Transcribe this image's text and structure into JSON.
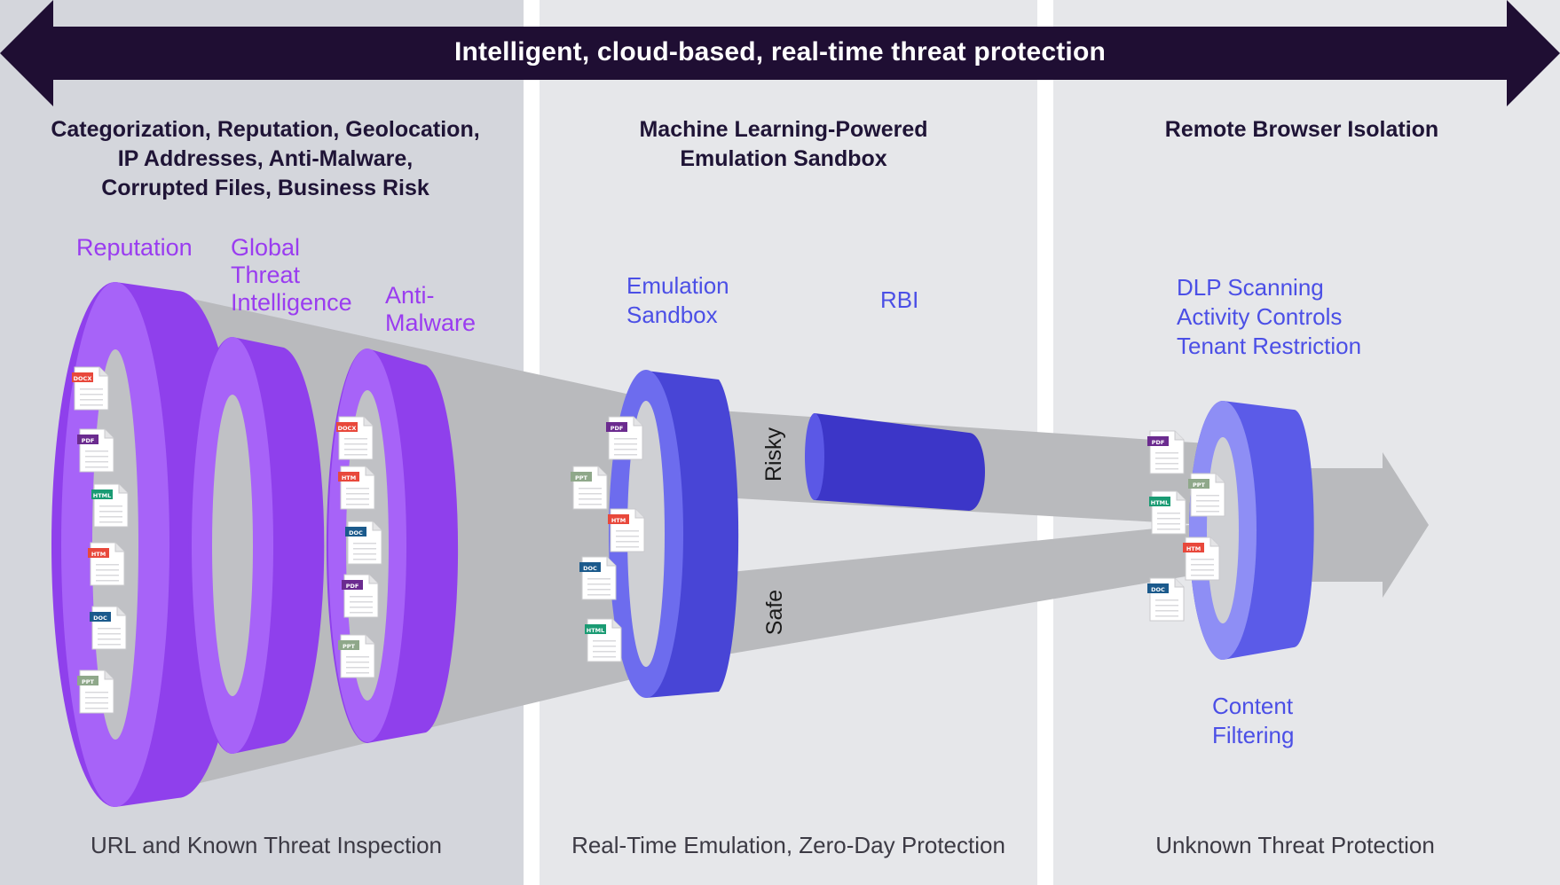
{
  "banner": {
    "title": "Intelligent, cloud-based, real-time threat protection"
  },
  "colors": {
    "banner": "#1f0e33",
    "panel_left": "#d4d6dc",
    "panel": "#e6e7ea",
    "beam": "#b9babd",
    "ring_violet": "#9b51f5",
    "ring_indigo": "#5b5be8",
    "ring_periwinkle": "#6f6ff2",
    "label_purple": "#9a3cf0",
    "label_blue": "#4b4fe6"
  },
  "sections": [
    {
      "header_lines": [
        "Categorization, Reputation, Geolocation,",
        "IP Addresses, Anti-Malware,",
        "Corrupted Files, Business Risk"
      ],
      "footer": "URL and Known Threat Inspection",
      "stage_labels": [
        {
          "lines": [
            "Reputation"
          ]
        },
        {
          "lines": [
            "Global",
            "Threat",
            "Intelligence"
          ]
        },
        {
          "lines": [
            "Anti-",
            "Malware"
          ]
        }
      ]
    },
    {
      "header_lines": [
        "Machine Learning-Powered",
        "Emulation Sandbox"
      ],
      "footer": "Real-Time Emulation, Zero-Day Protection",
      "stage_labels": [
        {
          "lines": [
            "Emulation",
            "Sandbox"
          ]
        },
        {
          "lines": [
            "RBI"
          ]
        }
      ],
      "paths": {
        "risky": "Risky",
        "safe": "Safe"
      }
    },
    {
      "header_lines": [
        "Remote Browser Isolation"
      ],
      "footer": "Unknown Threat Protection",
      "stage_labels": [
        {
          "lines": [
            "DLP Scanning",
            "Activity Controls",
            "Tenant Restriction"
          ]
        },
        {
          "lines": [
            "Content",
            "Filtering"
          ]
        }
      ]
    }
  ],
  "file_groups": [
    [
      "DOCX",
      "PDF",
      "HTML",
      "HTM",
      "DOC",
      "PPT"
    ],
    [
      "DOCX",
      "HTM",
      "DOC",
      "PDF",
      "PPT"
    ],
    [
      "PDF",
      "PPT",
      "HTM",
      "DOC",
      "HTML"
    ],
    [
      "PDF",
      "HTML",
      "PPT",
      "HTM",
      "DOC"
    ]
  ],
  "file_tag_colors": {
    "DOCX": "#e8483b",
    "PDF": "#6b2b8f",
    "HTML": "#1a9b73",
    "HTM": "#e8483b",
    "DOC": "#1b5a8c",
    "PPT": "#8fa88a"
  }
}
